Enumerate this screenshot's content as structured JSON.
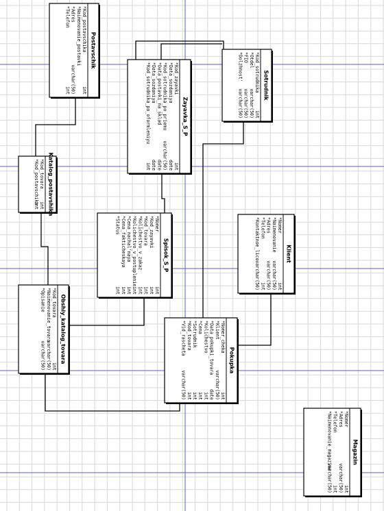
{
  "entities": [
    {
      "id": "postavshik",
      "title": "Postavschik",
      "attributes": [
        {
          "name": "*Kod_postavschika",
          "type": "int"
        },
        {
          "name": "*Naimenovanie_postavki",
          "type": ""
        },
        {
          "name": "*Adres",
          "type": "varchar(50)"
        },
        {
          "name": "*Telefon",
          "type": "int"
        }
      ]
    },
    {
      "id": "zayavka",
      "title": "Zayavka_S_P",
      "attributes": [
        {
          "name": "*Kod_zayavki",
          "type": "int"
        },
        {
          "name": "*Data_sozdaniya",
          "type": "date"
        },
        {
          "name": "*Kod_sotrudnika_po_priemu",
          "type": "varchar(50)"
        },
        {
          "name": "*Data_postavki_na_sklad",
          "type": "date"
        },
        {
          "name": "*Data_sozdaniya",
          "type": "date"
        },
        {
          "name": "*Kod_sotrudnika_po_oformleniyu",
          "type": "int"
        }
      ]
    },
    {
      "id": "sotrudnik",
      "title": "Sotrudnik",
      "attributes": [
        {
          "name": "*Kod_sotrudnika",
          "type": "int"
        },
        {
          "name": "*Otdel",
          "type": "varchar(50)"
        },
        {
          "name": "*FIO",
          "type": "varchar(50)"
        },
        {
          "name": "*Dolzhnost'",
          "type": "varchar(50)"
        }
      ]
    },
    {
      "id": "katalog",
      "title": "Katalog_postavshika",
      "attributes": [
        {
          "name": "*Kod_tovara",
          "type": "int"
        },
        {
          "name": "*Kod_postavschika",
          "type": "int"
        }
      ]
    },
    {
      "id": "spisok",
      "title": "Spisok_S_P",
      "attributes": [
        {
          "name": "*Nomer",
          "type": "int"
        },
        {
          "name": "*Kod_zayavki",
          "type": "int"
        },
        {
          "name": "*Kod_tovara",
          "type": "int"
        },
        {
          "name": "*Kolichestvo_v_zakaz",
          "type": "int"
        },
        {
          "name": "*Kolichestvo_v_postuplenie",
          "type": "int"
        },
        {
          "name": "*Cena_nachal'naya",
          "type": "int"
        },
        {
          "name": "*Cena_fakticheskaya",
          "type": "int"
        },
        {
          "name": "*Status",
          "type": "int"
        }
      ]
    },
    {
      "id": "klient",
      "title": "Klient",
      "attributes": [
        {
          "name": "*Nomer",
          "type": "int"
        },
        {
          "name": "*Naimenovanie",
          "type": "varchar(50)"
        },
        {
          "name": "*Adres",
          "type": "varchar(50)"
        },
        {
          "name": "*Telefon",
          "type": "int"
        },
        {
          "name": "*Kontaktnoe_lico",
          "type": "varchar(50)"
        }
      ]
    },
    {
      "id": "obshiy",
      "title": "Obshiy_katalog_tovara",
      "attributes": [
        {
          "name": "*Kod_tovara",
          "type": "int"
        },
        {
          "name": "*Naimenovanie_tovara",
          "type": "varchar(50)"
        },
        {
          "name": "*Opisanie",
          "type": "varchar(50)"
        }
      ]
    },
    {
      "id": "pokupka",
      "title": "Pokupka",
      "attributes": [
        {
          "name": "*Nomer_cheka",
          "type": "int"
        },
        {
          "name": "*Klient",
          "type": "varchar(50)"
        },
        {
          "name": "*Data_pokupki_tovara",
          "type": "date"
        },
        {
          "name": "*Kolichestvo",
          "type": "int"
        },
        {
          "name": "*Cena",
          "type": "int"
        },
        {
          "name": "*Sotrudnik",
          "type": "int"
        },
        {
          "name": "*Kod_tovara",
          "type": "int"
        },
        {
          "name": "*Vid_rascheta",
          "type": "varchar(50)"
        }
      ]
    },
    {
      "id": "magazin",
      "title": "Magazin",
      "attributes": [
        {
          "name": "*Nomer",
          "type": "int"
        },
        {
          "name": "*Adres",
          "type": "varchar(50)"
        },
        {
          "name": "*Telefon",
          "type": "int"
        },
        {
          "name": "*Naimenovanie_magazina",
          "type": "varchar(50)"
        }
      ]
    }
  ]
}
